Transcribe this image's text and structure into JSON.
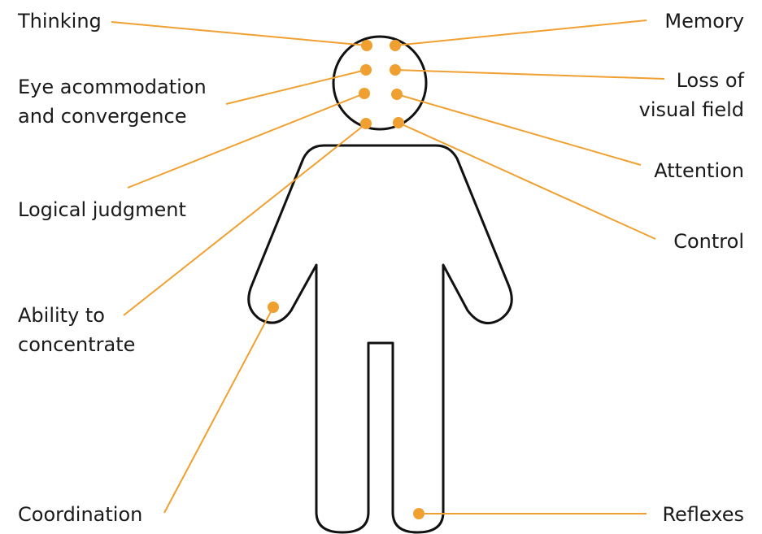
{
  "colors": {
    "accent": "#F0A030",
    "outline": "#111111",
    "text": "#1a1a1a",
    "background": "#ffffff"
  },
  "labels": {
    "thinking": "Thinking",
    "memory": "Memory",
    "eye_accommodation": [
      "Eye acommodation",
      "and convergence"
    ],
    "loss_of_visual_field": [
      "Loss of",
      "visual field"
    ],
    "attention": "Attention",
    "logical_judgment": "Logical judgment",
    "control": "Control",
    "ability_to_concentrate": [
      "Ability to",
      "concentrate"
    ],
    "coordination": "Coordination",
    "reflexes": "Reflexes"
  }
}
